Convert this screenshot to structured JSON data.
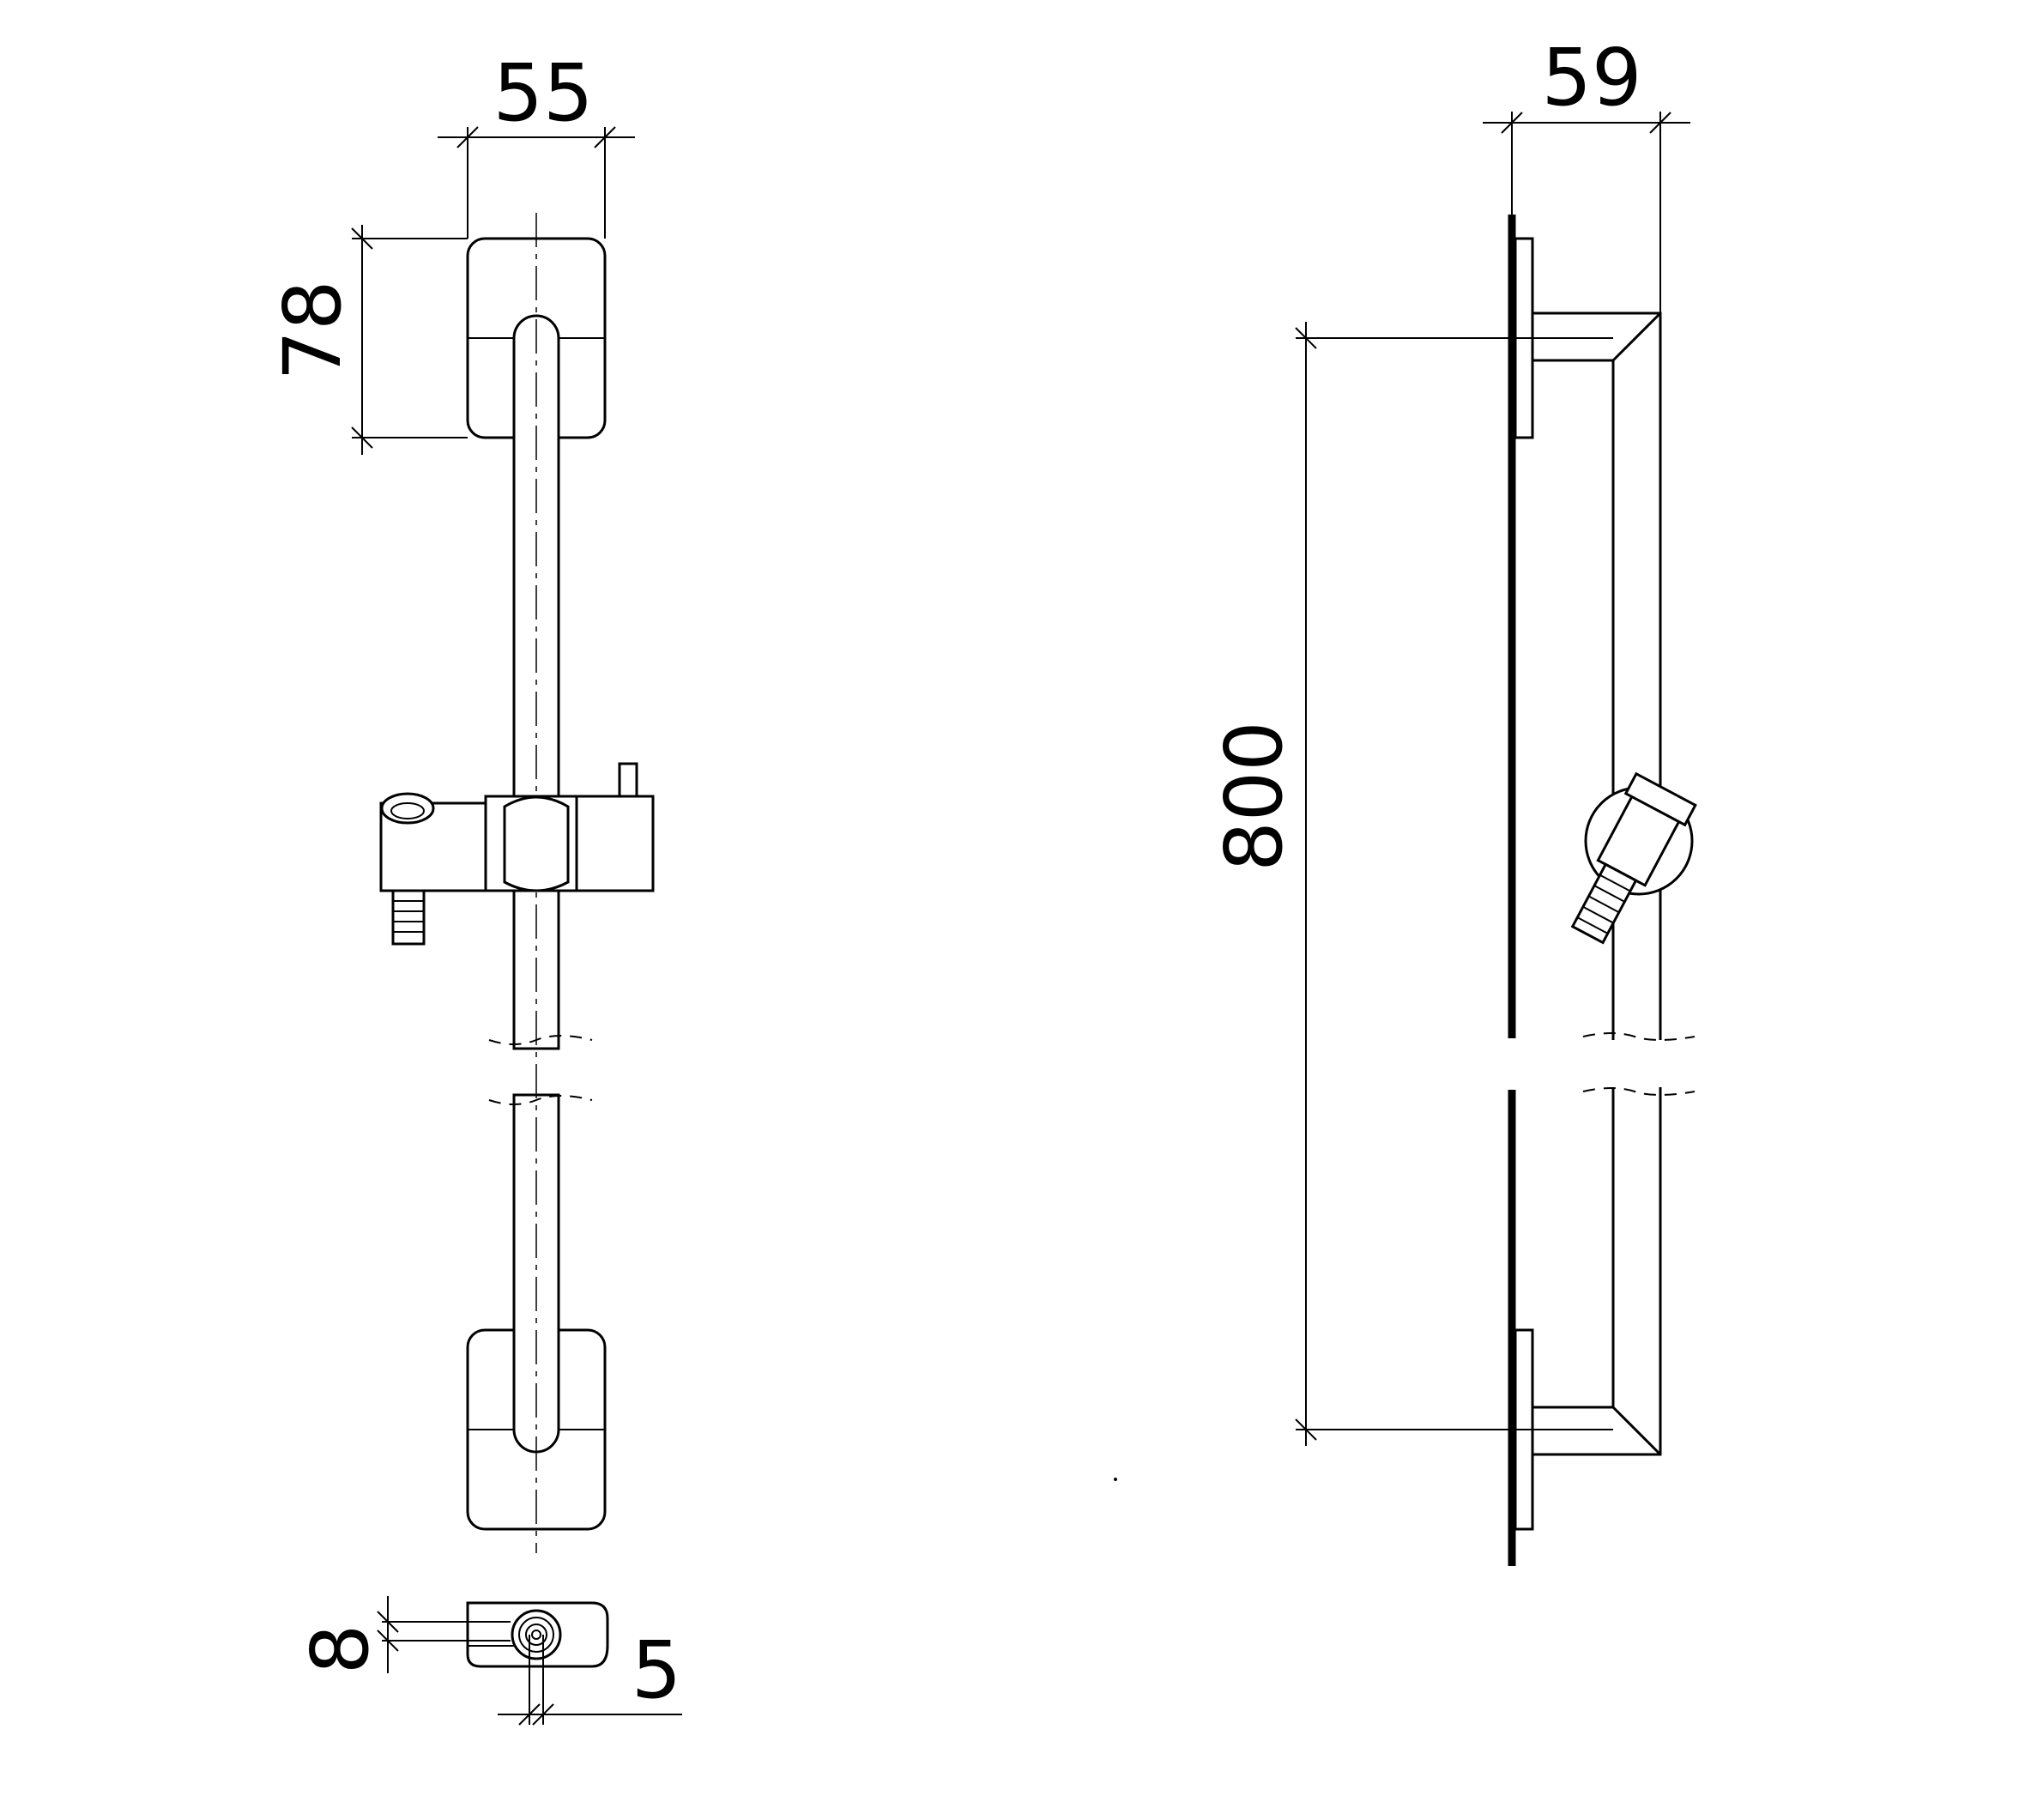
{
  "dimensions": {
    "front_width": "55",
    "front_height": "78",
    "side_depth": "59",
    "length": "800",
    "bottom_a": "8",
    "bottom_b": "5"
  }
}
